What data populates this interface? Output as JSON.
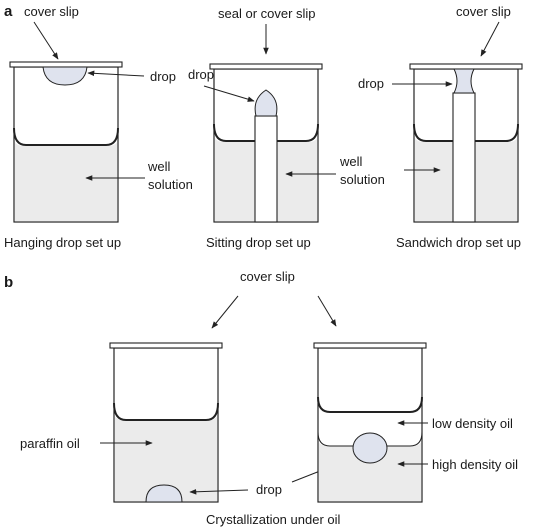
{
  "panel_a": {
    "letter": "a",
    "hanging": {
      "cover_slip": "cover slip",
      "drop": "drop",
      "well_line1": "well",
      "well_line2": "solution",
      "caption": "Hanging drop set up"
    },
    "sitting": {
      "cover_slip": "seal or cover slip",
      "drop": "drop",
      "well_line1": "well",
      "well_line2": "solution",
      "caption": "Sitting drop set up"
    },
    "sandwich": {
      "cover_slip": "cover slip",
      "drop": "drop",
      "caption": "Sandwich drop set up"
    }
  },
  "panel_b": {
    "letter": "b",
    "cover_slip": "cover slip",
    "paraffin_oil": "paraffin oil",
    "drop": "drop",
    "low_density_oil": "low density oil",
    "high_density_oil": "high density oil",
    "caption": "Crystallization under oil"
  }
}
